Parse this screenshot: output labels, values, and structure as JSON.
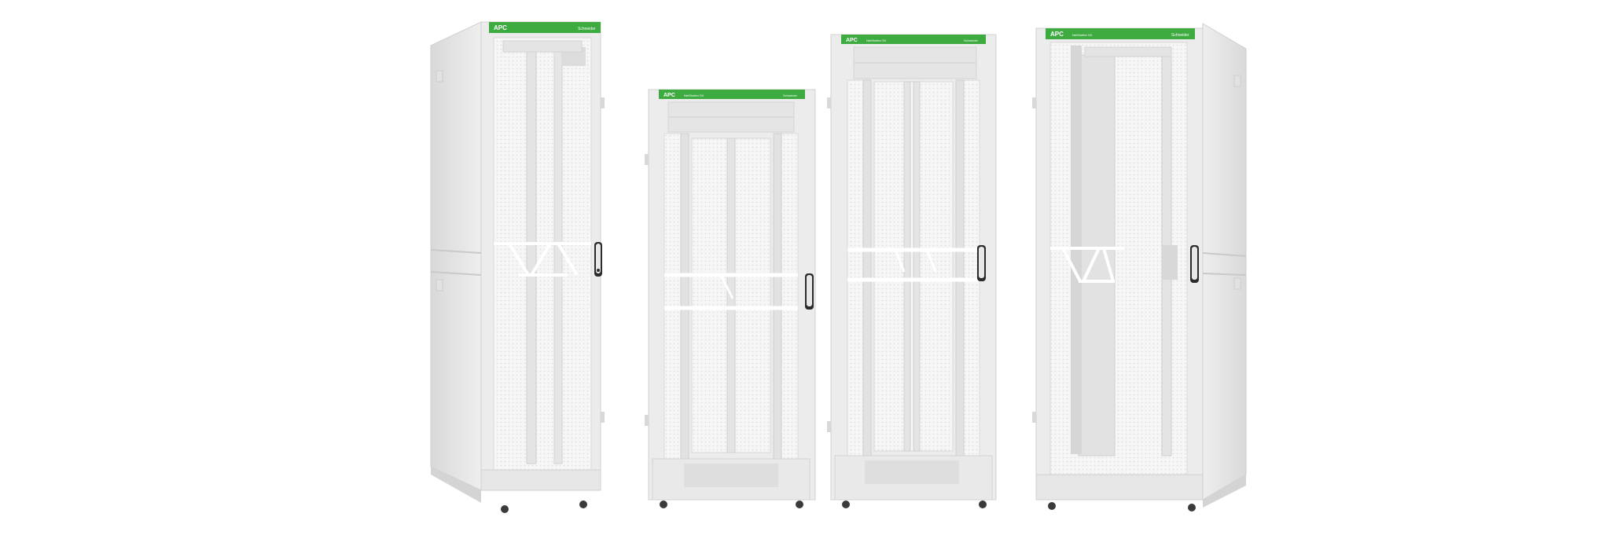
{
  "image": {
    "description_free": true,
    "background": "#ffffff"
  },
  "brand": {
    "logo_text": "APC",
    "model_text": "NetShelter SX",
    "maker_mark": "Schneider"
  },
  "colors": {
    "frame": "#ececec",
    "frame_shadow": "#d6d6d6",
    "mesh": "#f4f4f4",
    "brand_green": "#3dab3f",
    "handle": "#2b2b2b",
    "feet": "#3a3a3a"
  },
  "racks": [
    {
      "id": "rack-1",
      "view": "angled-left",
      "header_color": "#3dab3f"
    },
    {
      "id": "rack-2",
      "view": "front",
      "header_color": "#3dab3f"
    },
    {
      "id": "rack-3",
      "view": "front",
      "header_color": "#3dab3f"
    },
    {
      "id": "rack-4",
      "view": "angled-right",
      "header_color": "#3dab3f"
    }
  ]
}
